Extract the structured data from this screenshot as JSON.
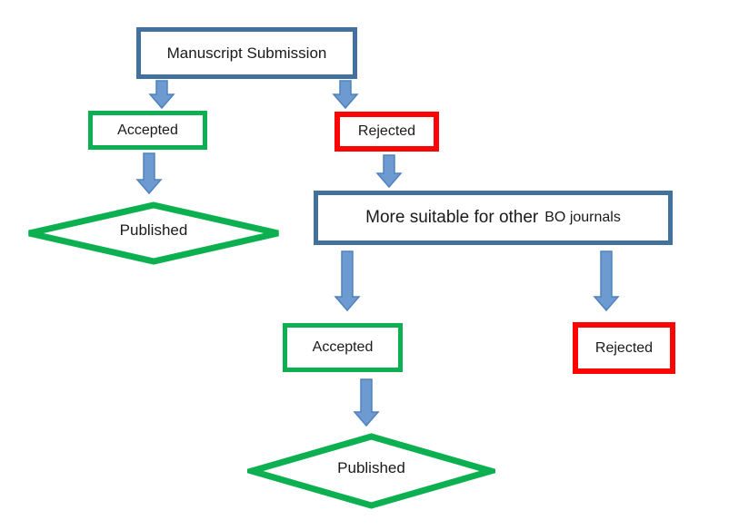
{
  "diagram": {
    "type": "flowchart",
    "subject": "Manuscript submission review flow",
    "colors": {
      "box_blue": "#41719c",
      "box_green": "#0cb051",
      "box_red": "#fb0505",
      "arrow_fill": "#6d9bd1",
      "arrow_stroke": "#4f81bd",
      "text": "#1a1a1a",
      "background": "#ffffff"
    },
    "nodes": {
      "manuscript_submission": {
        "label": "Manuscript Submission",
        "shape": "rectangle",
        "border": "blue"
      },
      "accepted_1": {
        "label": "Accepted",
        "shape": "rectangle",
        "border": "green"
      },
      "rejected_1": {
        "label": "Rejected",
        "shape": "rectangle",
        "border": "red"
      },
      "published_1": {
        "label": "Published",
        "shape": "diamond",
        "border": "green"
      },
      "more_suitable": {
        "label": "More suitable for other BO journals",
        "label_part1": "More suitable for other",
        "label_part2": "BO journals",
        "shape": "rectangle",
        "border": "blue"
      },
      "accepted_2": {
        "label": "Accepted",
        "shape": "rectangle",
        "border": "green"
      },
      "rejected_2": {
        "label": "Rejected",
        "shape": "rectangle",
        "border": "red"
      },
      "published_2": {
        "label": "Published",
        "shape": "diamond",
        "border": "green"
      }
    },
    "edges": [
      {
        "from": "manuscript_submission",
        "to": "accepted_1"
      },
      {
        "from": "manuscript_submission",
        "to": "rejected_1"
      },
      {
        "from": "accepted_1",
        "to": "published_1"
      },
      {
        "from": "rejected_1",
        "to": "more_suitable"
      },
      {
        "from": "more_suitable",
        "to": "accepted_2"
      },
      {
        "from": "more_suitable",
        "to": "rejected_2"
      },
      {
        "from": "accepted_2",
        "to": "published_2"
      }
    ]
  }
}
